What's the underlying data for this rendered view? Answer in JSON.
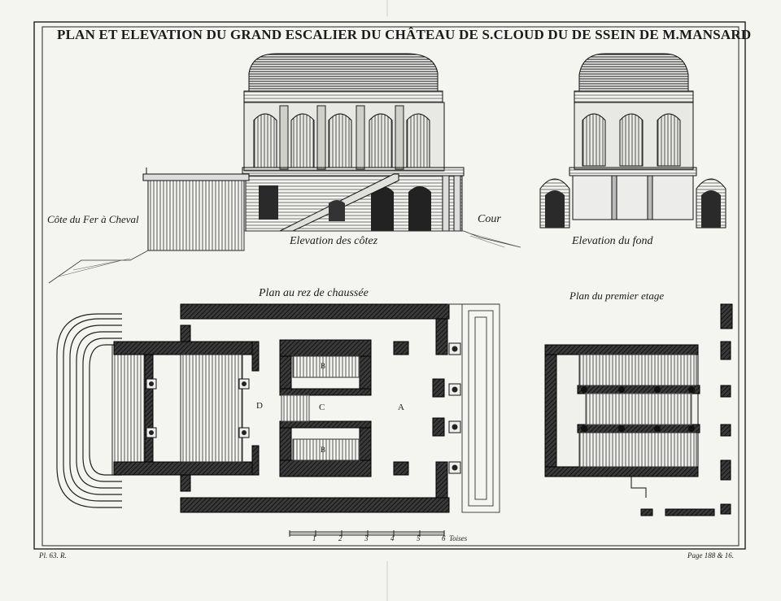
{
  "title": "PLAN ET ELEVATION DU GRAND ESCALIER DU CHÂTEAU DE S.CLOUD DU DE SSEIN DE M.MANSARD",
  "labels": {
    "cote_fer_a_cheval": "Côte du Fer à Cheval",
    "cour": "Cour",
    "elevation_cotez": "Elevation des côtez",
    "elevation_fond": "Elevation du fond",
    "plan_rez_de_chaussee": "Plan au rez de chaussée",
    "plan_premier_etage": "Plan du premier etage"
  },
  "plan_letters": {
    "a": "A",
    "b_top": "B",
    "b_bottom": "B",
    "c": "C",
    "d": "D"
  },
  "scale": {
    "ticks": [
      "1",
      "2",
      "3",
      "4",
      "5",
      "6"
    ],
    "unit": "Toises"
  },
  "footer": {
    "plate": "Pl. 63. R.",
    "page": "Page 188 & 16."
  }
}
